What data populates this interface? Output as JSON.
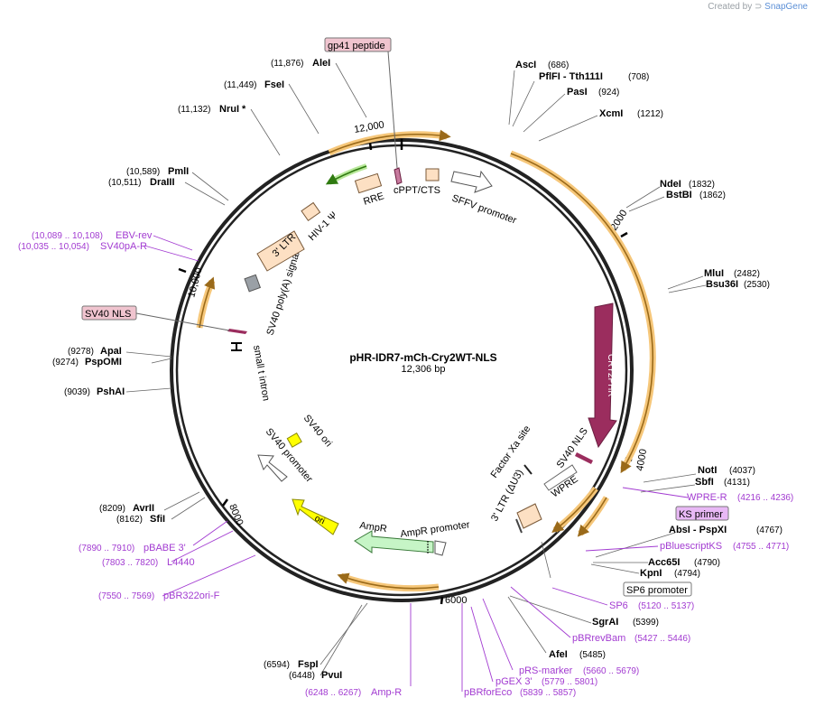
{
  "watermark": {
    "prefix": "Created by",
    "brand": "SnapGene"
  },
  "plasmid": {
    "name": "pHR-IDR7-mCh-Cry2WT-NLS",
    "length_label": "12,306 bp",
    "length": 12306
  },
  "ruler_ticks": [
    {
      "label": "2000",
      "pos": 2000
    },
    {
      "label": "4000",
      "pos": 4000
    },
    {
      "label": "6000",
      "pos": 6000
    },
    {
      "label": "8000",
      "pos": 8000
    },
    {
      "label": "10,000",
      "pos": 10000
    },
    {
      "label": "12,000",
      "pos": 12000
    }
  ],
  "sites": [
    {
      "name": "AscI",
      "pos_label": "(686)"
    },
    {
      "name": "PflFI - Tth111I",
      "pos_label": "(708)"
    },
    {
      "name": "PasI",
      "pos_label": "(924)"
    },
    {
      "name": "XcmI",
      "pos_label": "(1212)"
    },
    {
      "name": "NdeI",
      "pos_label": "(1832)"
    },
    {
      "name": "BstBI",
      "pos_label": "(1862)"
    },
    {
      "name": "MluI",
      "pos_label": "(2482)"
    },
    {
      "name": "Bsu36I",
      "pos_label": "(2530)"
    },
    {
      "name": "NotI",
      "pos_label": "(4037)"
    },
    {
      "name": "SbfI",
      "pos_label": "(4131)"
    },
    {
      "name": "AbsI - PspXI",
      "pos_label": "(4767)"
    },
    {
      "name": "Acc65I",
      "pos_label": "(4790)"
    },
    {
      "name": "KpnI",
      "pos_label": "(4794)"
    },
    {
      "name": "SgrAI",
      "pos_label": "(5399)"
    },
    {
      "name": "AfeI",
      "pos_label": "(5485)"
    },
    {
      "name": "FspI",
      "pos_label": "(6594)"
    },
    {
      "name": "PvuI",
      "pos_label": "(6448)"
    },
    {
      "name": "AvrII",
      "pos_label": "(8209)"
    },
    {
      "name": "SfiI",
      "pos_label": "(8162)"
    },
    {
      "name": "PshAI",
      "pos_label": "(9039)"
    },
    {
      "name": "ApaI",
      "pos_label": "(9278)"
    },
    {
      "name": "PspOMI",
      "pos_label": "(9274)"
    },
    {
      "name": "PmlI",
      "pos_label": "(10,589)"
    },
    {
      "name": "DraIII",
      "pos_label": "(10,511)"
    },
    {
      "name": "NruI *",
      "pos_label": "(11,132)"
    },
    {
      "name": "FseI",
      "pos_label": "(11,449)"
    },
    {
      "name": "AleI",
      "pos_label": "(11,876)"
    }
  ],
  "primers": [
    {
      "name": "WPRE-R",
      "range": "(4216 .. 4236)"
    },
    {
      "name": "pBluescriptKS",
      "range": "(4755 .. 4771)"
    },
    {
      "name": "SP6",
      "range": "(5120 .. 5137)"
    },
    {
      "name": "pBRrevBam",
      "range": "(5427 .. 5446)"
    },
    {
      "name": "pRS-marker",
      "range": "(5660 .. 5679)"
    },
    {
      "name": "pGEX 3'",
      "range": "(5779 .. 5801)"
    },
    {
      "name": "pBRforEco",
      "range": "(5839 .. 5857)"
    },
    {
      "name": "Amp-R",
      "range": "(6248 .. 6267)"
    },
    {
      "name": "pBR322ori-F",
      "range": "(7550 .. 7569)"
    },
    {
      "name": "L4440",
      "range": "(7803 .. 7820)"
    },
    {
      "name": "pBABE 3'",
      "range": "(7890 .. 7910)"
    },
    {
      "name": "EBV-rev",
      "range": "(10,089 .. 10,108)"
    },
    {
      "name": "SV40pA-R",
      "range": "(10,035 .. 10,054)"
    }
  ],
  "boxed_labels": {
    "gp41": "gp41 peptide",
    "sv40nls": "SV40 NLS",
    "ks": "KS primer",
    "sp6": "SP6 promoter"
  },
  "features": {
    "cry2phr": "CRY2PHR",
    "sv40nls_inner": "SV40 NLS",
    "wpre": "WPRE",
    "factor_xa": "Factor Xa site",
    "ltr3_du3": "3' LTR (ΔU3)",
    "ampr": "AmpR",
    "ampr_promoter": "AmpR promoter",
    "ori": "ori",
    "sv40_promoter": "SV40 promoter",
    "sv40_ori": "SV40 ori",
    "small_t": "small t intron",
    "sv40_polya": "SV40 poly(A) signal",
    "ltr3": "3' LTR",
    "hiv_psi": "HIV-1 Ψ",
    "rre": "RRE",
    "cppt": "cPPT/CTS",
    "sffv": "SFFV promoter"
  },
  "colors": {
    "backbone": "#222222",
    "orange_arc": "#f6c77a",
    "orange_core": "#9a6a1a",
    "cry2": "#9b2d5e",
    "primer": "#a23bd1",
    "ltr": "#fde0c3",
    "ori": "#ffff00",
    "ampr": "#c6f5c6",
    "green_arc": "#4aa31a",
    "gp41_box": "#f0c4cf",
    "ks_box": "#e8b8f5",
    "grey_box": "#9aa0a6"
  }
}
